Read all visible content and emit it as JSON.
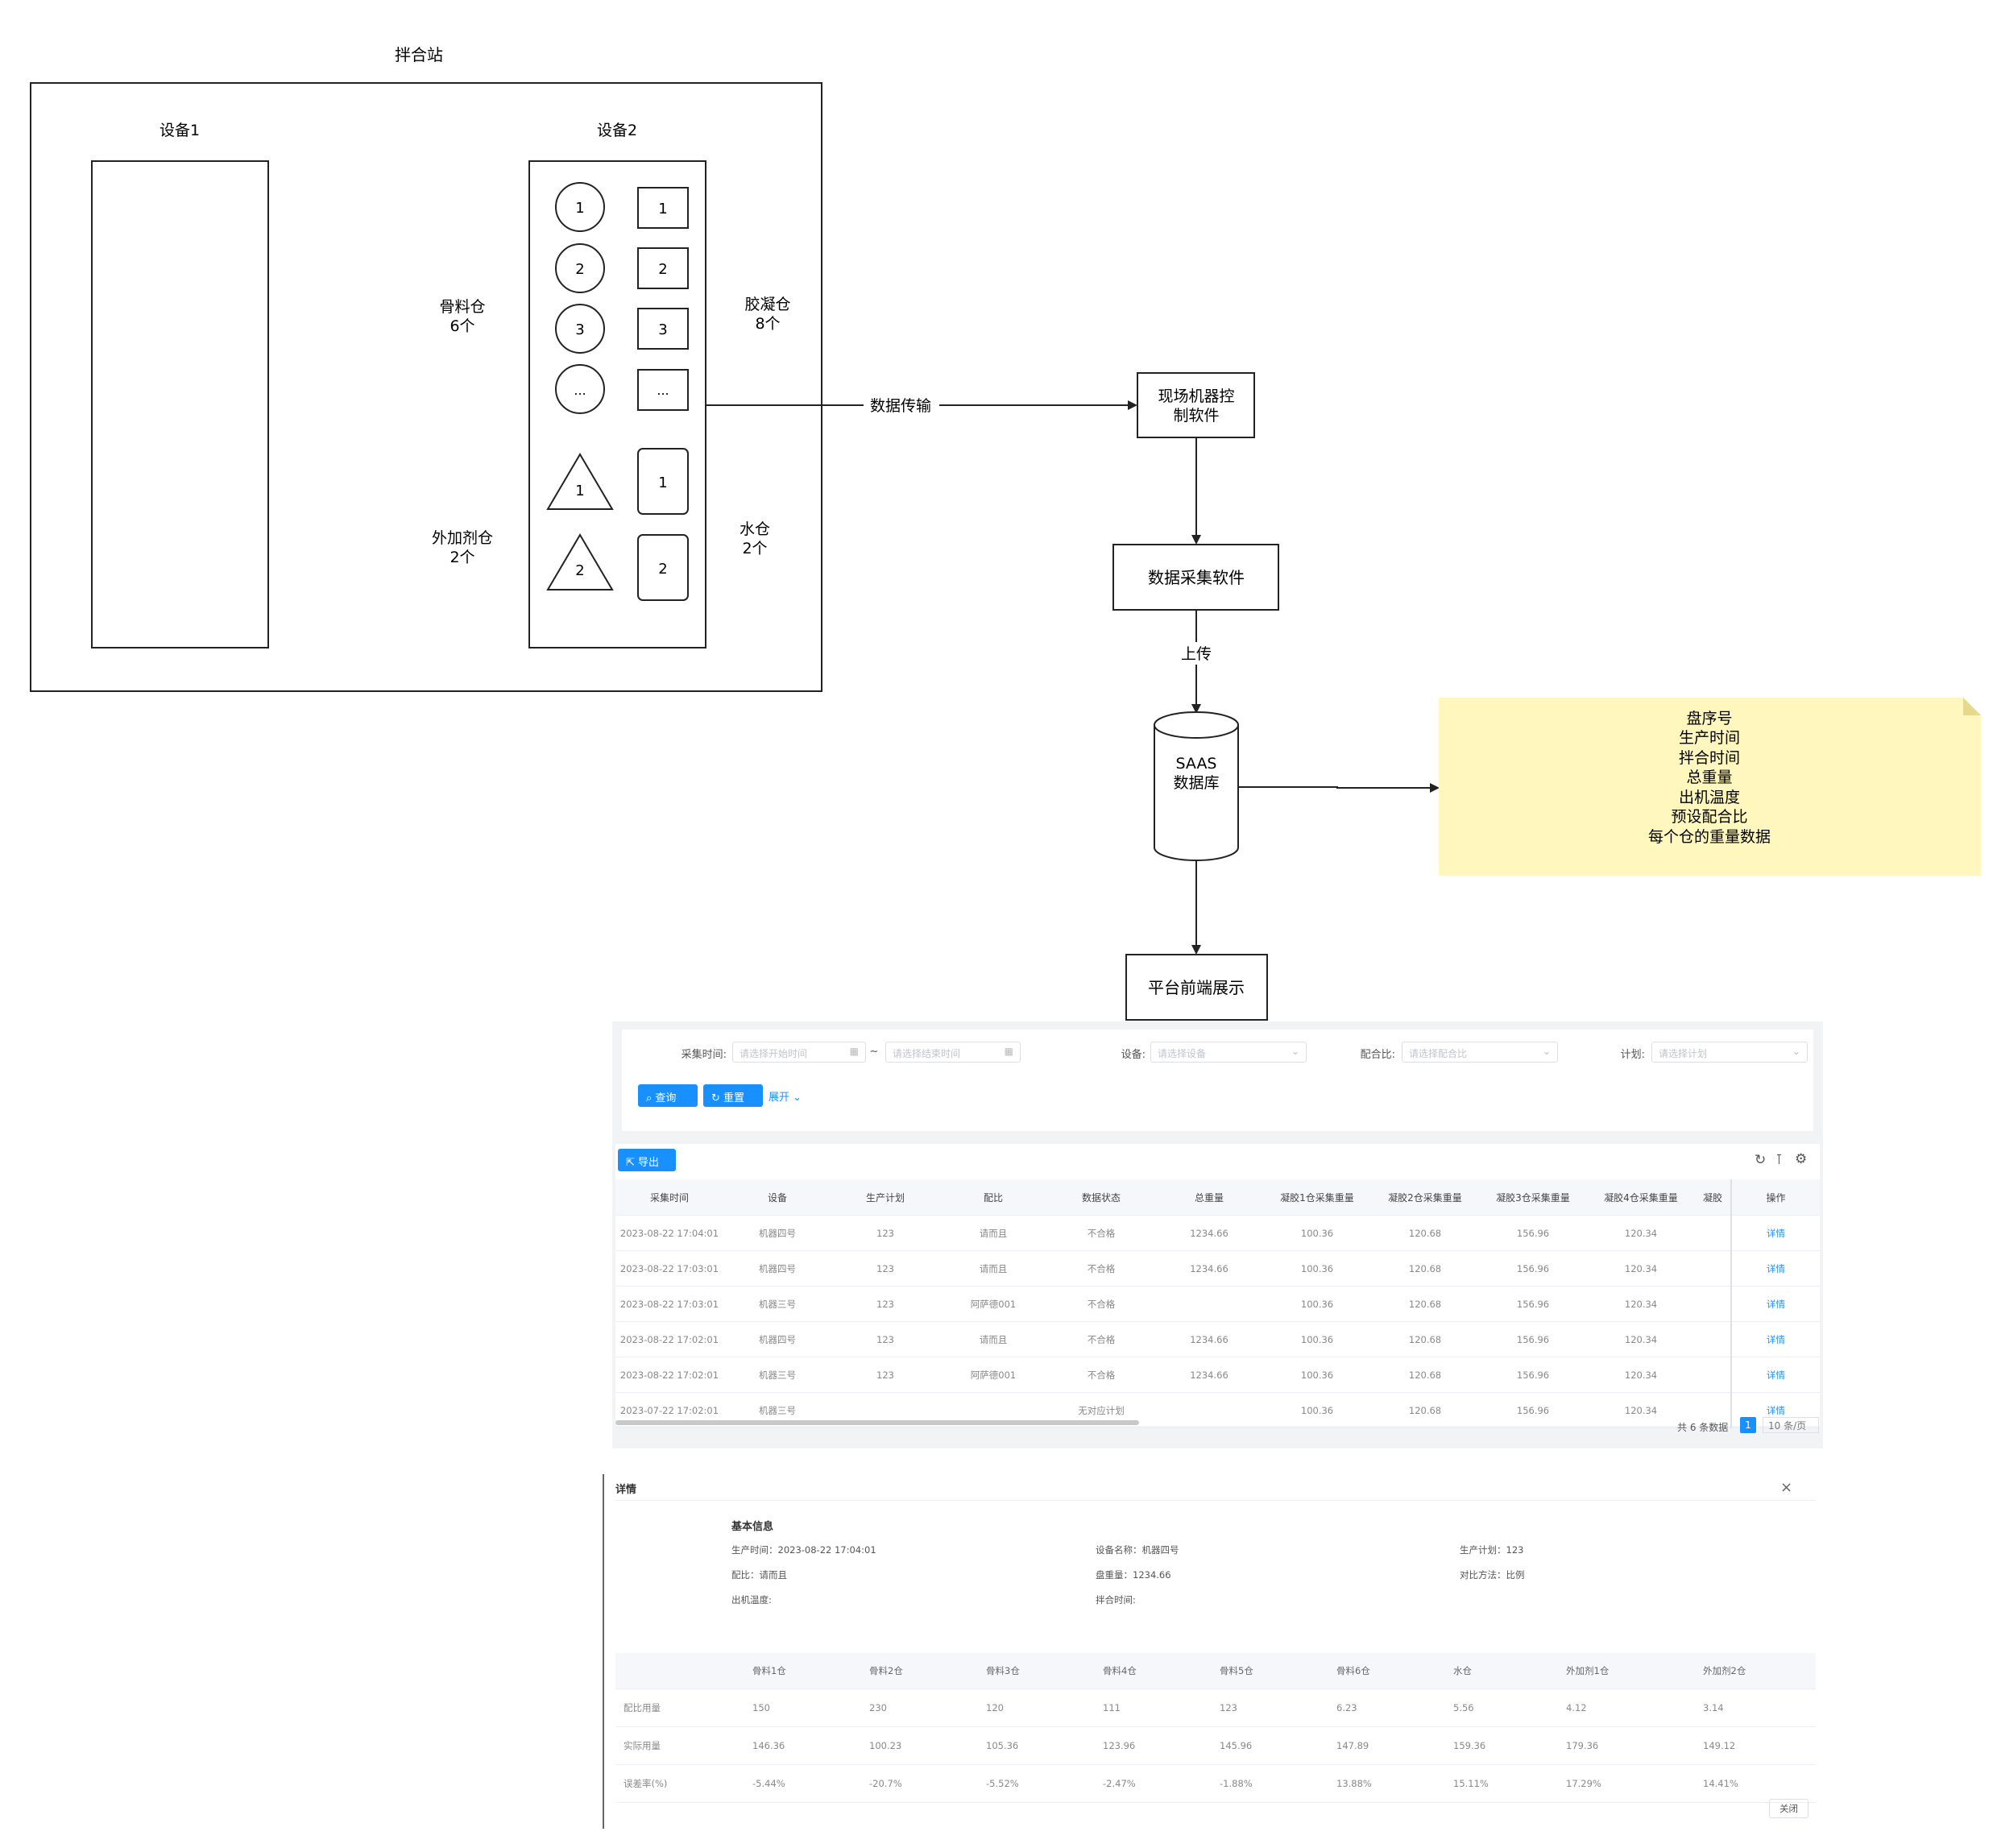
{
  "diagram": {
    "station_title": "拌合站",
    "device1_label": "设备1",
    "device2_label": "设备2",
    "aggregate_bin_label": "骨料仓",
    "aggregate_bin_count": "6个",
    "cement_bin_label": "胶凝仓",
    "cement_bin_count": "8个",
    "admixture_bin_label": "外加剂仓",
    "admixture_bin_count": "2个",
    "water_bin_label": "水仓",
    "water_bin_count": "2个",
    "circle_bins": [
      "1",
      "2",
      "3",
      "..."
    ],
    "square_bins": [
      "1",
      "2",
      "3",
      "..."
    ],
    "triangle_bins": [
      "1",
      "2"
    ],
    "water_bins": [
      "1",
      "2"
    ],
    "data_transfer_label": "数据传输",
    "machine_control_line1": "现场机器控",
    "machine_control_line2": "制软件",
    "data_collect_label": "数据采集软件",
    "upload_label": "上传",
    "db_line1": "SAAS",
    "db_line2": "数据库",
    "frontend_label": "平台前端展示",
    "note_lines": [
      "盘序号",
      "生产时间",
      "拌合时间",
      "总重量",
      "出机温度",
      "预设配合比",
      "每个仓的重量数据"
    ]
  },
  "search": {
    "time_label": "采集时间:",
    "start_placeholder": "请选择开始时间",
    "separator": "~",
    "end_placeholder": "请选择结束时间",
    "device_label": "设备:",
    "device_placeholder": "请选择设备",
    "ratio_label": "配合比:",
    "ratio_placeholder": "请选择配合比",
    "plan_label": "计划:",
    "plan_placeholder": "请选择计划",
    "query_button": "查询",
    "reset_button": "重置",
    "expand_link": "展开"
  },
  "table": {
    "export_button": "导出",
    "columns": [
      "采集时间",
      "设备",
      "生产计划",
      "配比",
      "数据状态",
      "总重量",
      "凝胶1仓采集重量",
      "凝胶2仓采集重量",
      "凝胶3仓采集重量",
      "凝胶4仓采集重量",
      "凝胶",
      "操作"
    ],
    "rows": [
      [
        "2023-08-22 17:04:01",
        "机器四号",
        "123",
        "请而且",
        "不合格",
        "1234.66",
        "100.36",
        "120.68",
        "156.96",
        "120.34",
        "",
        "详情"
      ],
      [
        "2023-08-22 17:03:01",
        "机器四号",
        "123",
        "请而且",
        "不合格",
        "1234.66",
        "100.36",
        "120.68",
        "156.96",
        "120.34",
        "",
        "详情"
      ],
      [
        "2023-08-22 17:03:01",
        "机器三号",
        "123",
        "阿萨德001",
        "不合格",
        "",
        "100.36",
        "120.68",
        "156.96",
        "120.34",
        "",
        "详情"
      ],
      [
        "2023-08-22 17:02:01",
        "机器四号",
        "123",
        "请而且",
        "不合格",
        "1234.66",
        "100.36",
        "120.68",
        "156.96",
        "120.34",
        "",
        "详情"
      ],
      [
        "2023-08-22 17:02:01",
        "机器三号",
        "123",
        "阿萨德001",
        "不合格",
        "1234.66",
        "100.36",
        "120.68",
        "156.96",
        "120.34",
        "",
        "详情"
      ],
      [
        "2023-07-22 17:02:01",
        "机器三号",
        "",
        "",
        "无对应计划",
        "",
        "100.36",
        "120.68",
        "156.96",
        "120.34",
        "",
        "详情"
      ]
    ],
    "total_text": "共 6 条数据",
    "current_page": "1",
    "page_size": "10 条/页"
  },
  "detail": {
    "title": "详情",
    "close_icon_text": "×",
    "section_title": "基本信息",
    "production_time": "生产时间：2023-08-22 17:04:01",
    "device_name": "设备名称：机器四号",
    "production_plan": "生产计划：123",
    "ratio": "配比：请而且",
    "total_weight": "盘重量：1234.66",
    "compare_method": "对比方法：比例",
    "outlet_temp": "出机温度:",
    "mix_time": "拌合时间:",
    "columns": [
      "",
      "骨料1仓",
      "骨料2仓",
      "骨料3仓",
      "骨料4仓",
      "骨料5仓",
      "骨料6仓",
      "水仓",
      "外加剂1仓",
      "外加剂2仓"
    ],
    "rows": [
      [
        "配比用量",
        "150",
        "230",
        "120",
        "111",
        "123",
        "6.23",
        "5.56",
        "4.12",
        "3.14"
      ],
      [
        "实际用量",
        "146.36",
        "100.23",
        "105.36",
        "123.96",
        "145.96",
        "147.89",
        "159.36",
        "179.36",
        "149.12"
      ],
      [
        "误差率(%)",
        "-5.44%",
        "-20.7%",
        "-5.52%",
        "-2.47%",
        "-1.88%",
        "13.88%",
        "15.11%",
        "17.29%",
        "14.41%"
      ]
    ],
    "close_button": "关闭"
  }
}
